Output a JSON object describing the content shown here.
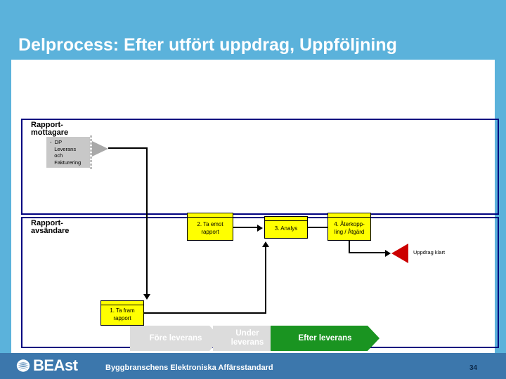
{
  "slide": {
    "title": "Delprocess: Efter utfört uppdrag, Uppföljning",
    "page_number": "34"
  },
  "diagram": {
    "lanes": [
      {
        "title": "Rapport-\nmottagare"
      },
      {
        "title": "Rapport-\navsändare"
      }
    ],
    "start_node": {
      "label": "-  DP\n   Leverans\n   och\n   Fakturering",
      "shape": "gray-box-with-triangle"
    },
    "processes": [
      {
        "id": "proc-1",
        "label": "1. Ta fram\nrapport",
        "lane": "Rapport-avsändare"
      },
      {
        "id": "proc-2",
        "label": "2. Ta emot\nrapport",
        "lane": "Rapport-mottagare"
      },
      {
        "id": "proc-3",
        "label": "3. Analys",
        "lane": "Rapport-mottagare"
      },
      {
        "id": "proc-4",
        "label": "4. Återkopp-\nling / Åtgärd",
        "lane": "Rapport-mottagare"
      }
    ],
    "end_node": {
      "label": "Uppdrag klart",
      "shape": "red-triangle"
    },
    "colors": {
      "process_fill": "#ffff00",
      "lane_border": "#000080",
      "start_fill": "#c8c8c8",
      "end_fill": "#cc0000"
    }
  },
  "nav": {
    "steps": [
      {
        "label": "Före leverans",
        "active": false
      },
      {
        "label": "Under\nleverans",
        "active": false
      },
      {
        "label": "Efter leverans",
        "active": true
      }
    ],
    "active_color": "#1a9421",
    "inactive_color": "#dcdcdc"
  },
  "footer": {
    "logo_text": "BEAst",
    "tagline": "Byggbranschens Elektroniska Affärsstandard",
    "band_color": "#3c77ac"
  },
  "theme": {
    "background": "#5bb2db",
    "title_color": "#ffffff"
  }
}
